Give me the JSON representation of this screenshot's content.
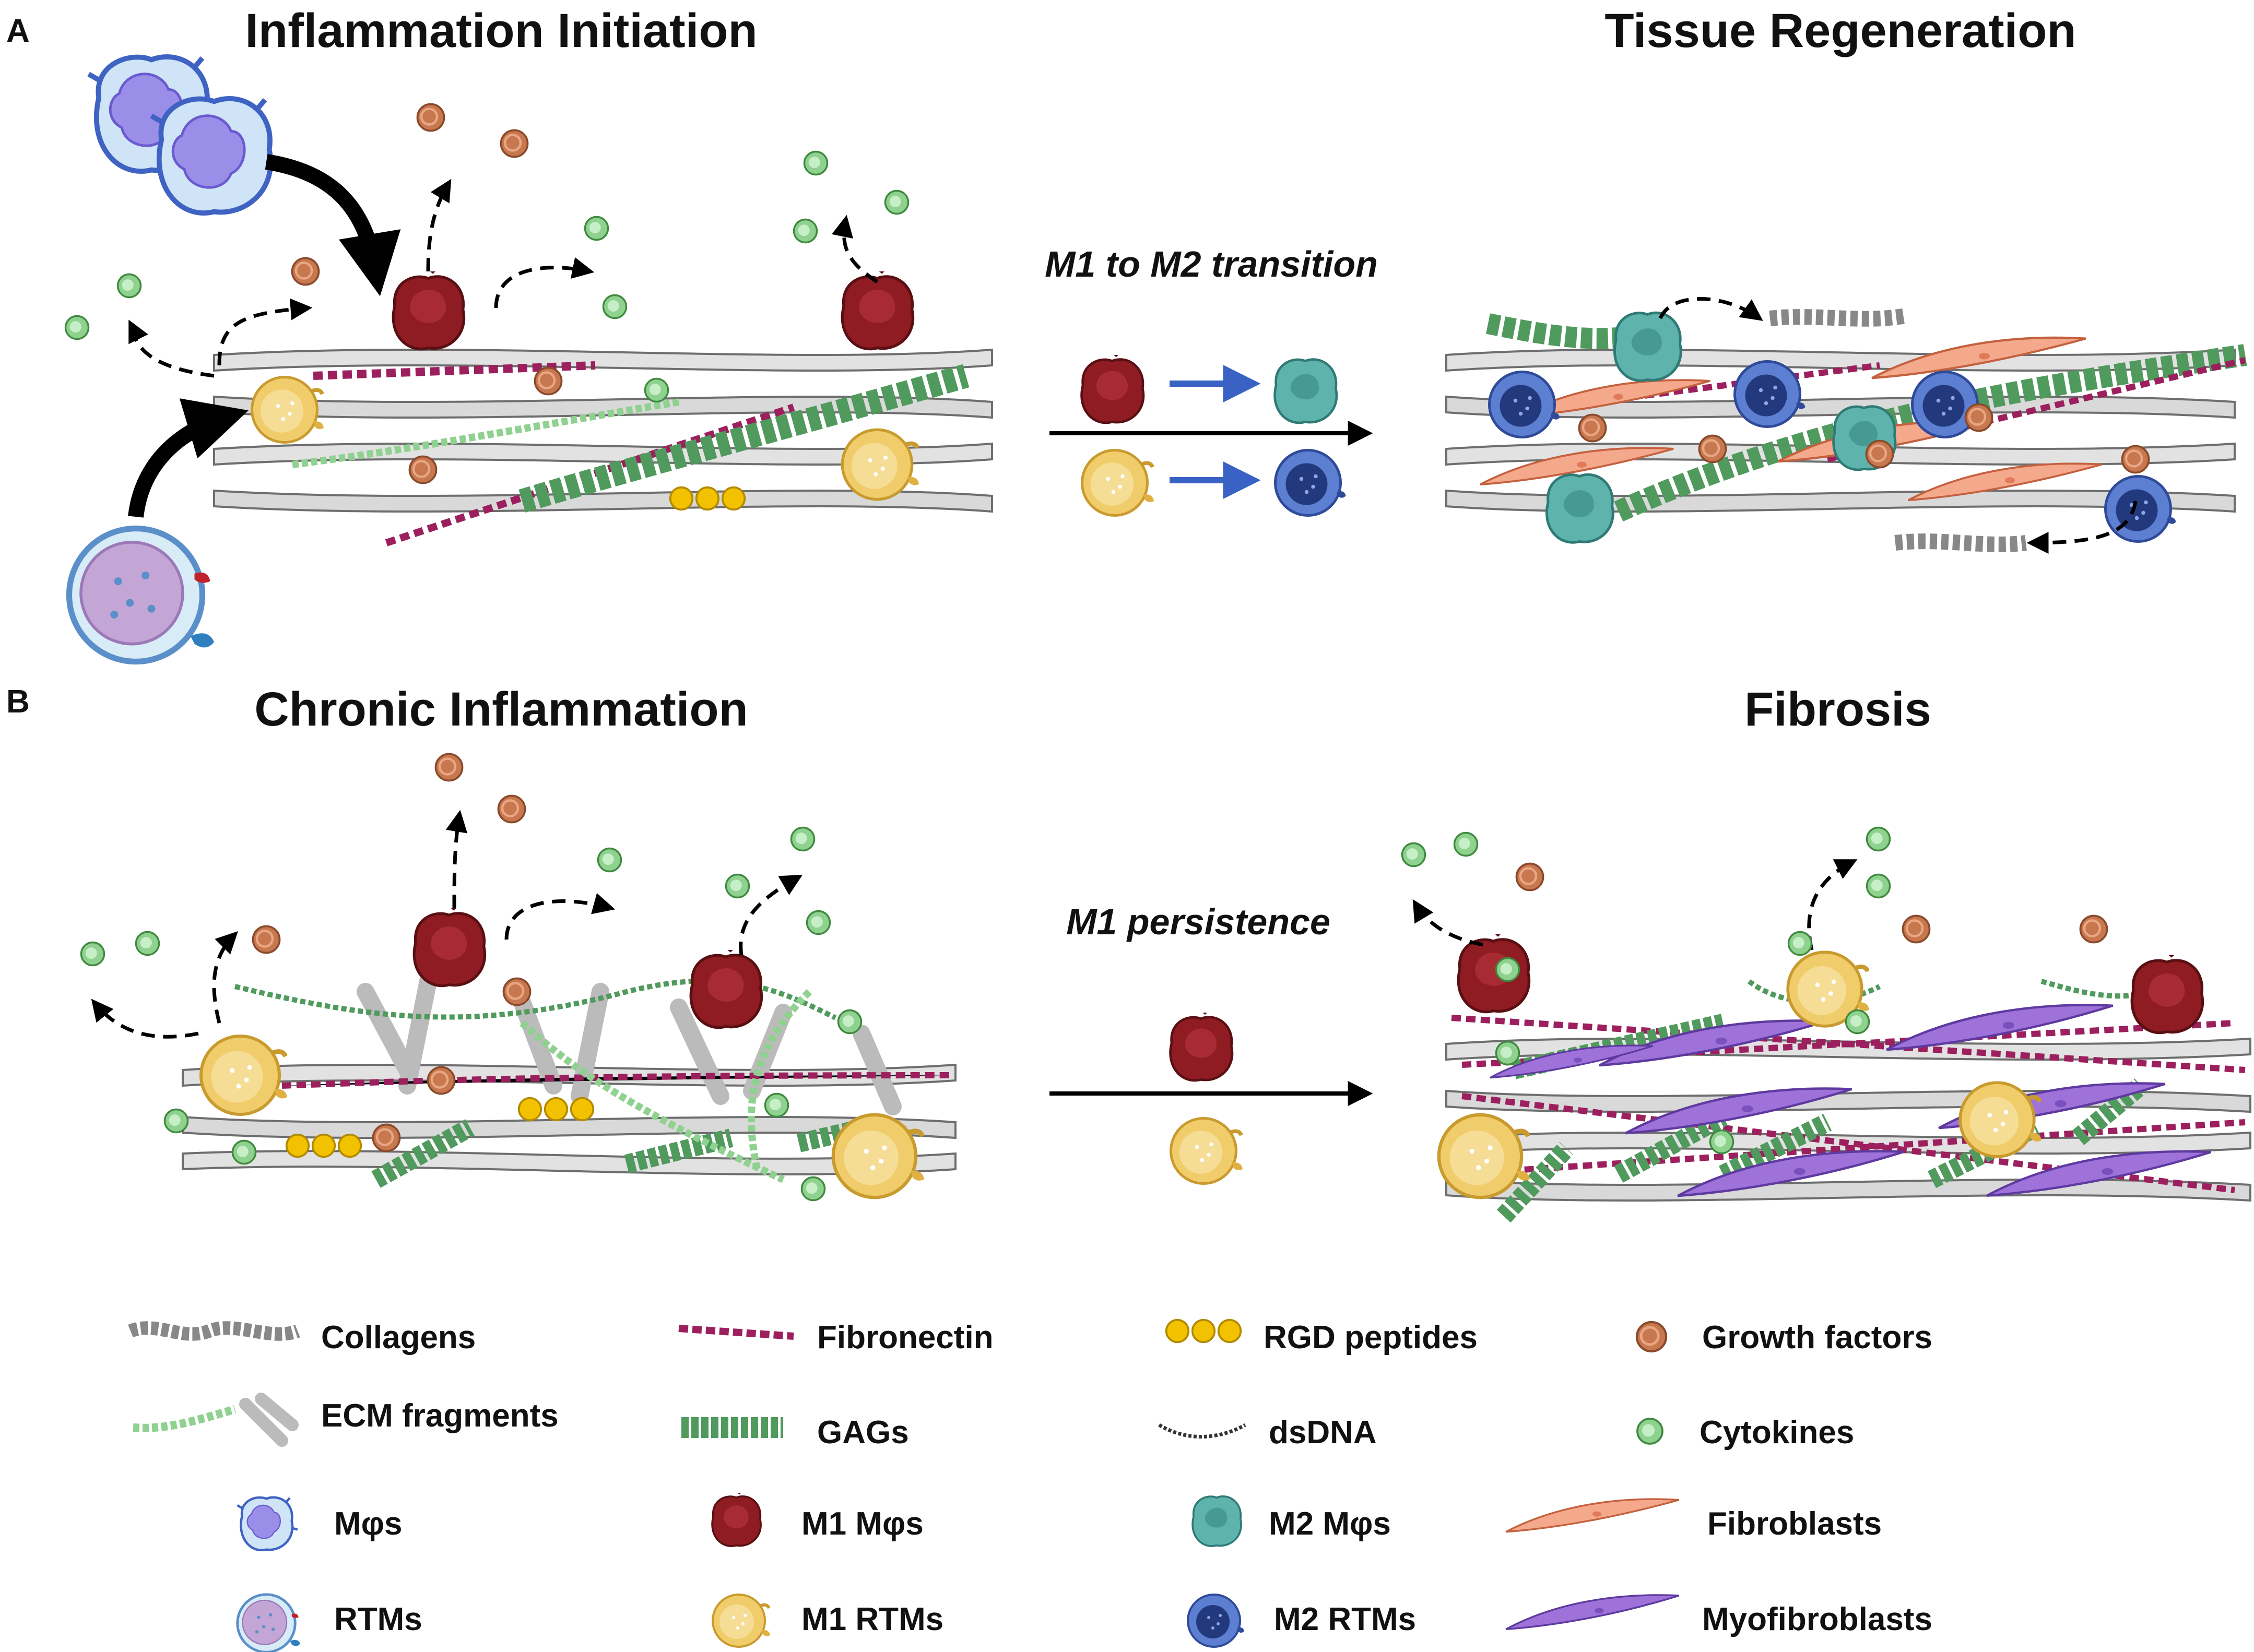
{
  "panels": {
    "A": {
      "letter": "A",
      "left_title": "Inflammation Initiation",
      "right_title": "Tissue Regeneration",
      "transition_label": "M1 to M2 transition"
    },
    "B": {
      "letter": "B",
      "left_title": "Chronic Inflammation",
      "right_title": "Fibrosis",
      "transition_label": "M1 persistence"
    }
  },
  "legend": [
    {
      "key": "collagens",
      "label": "Collagens",
      "icon": "collagen-icon"
    },
    {
      "key": "fibronectin",
      "label": "Fibronectin",
      "icon": "fibronectin-icon"
    },
    {
      "key": "rgd",
      "label": "RGD peptides",
      "icon": "rgd-peptides-icon"
    },
    {
      "key": "growth",
      "label": "Growth factors",
      "icon": "growth-factor-icon"
    },
    {
      "key": "ecm",
      "label": "ECM fragments",
      "icon": "ecm-fragments-icon"
    },
    {
      "key": "gags",
      "label": "GAGs",
      "icon": "gags-icon"
    },
    {
      "key": "dsdna",
      "label": "dsDNA",
      "icon": "dsdna-icon"
    },
    {
      "key": "cytokines",
      "label": "Cytokines",
      "icon": "cytokine-icon"
    },
    {
      "key": "mphi",
      "label": "Mφs",
      "icon": "macrophage-icon"
    },
    {
      "key": "m1mphi",
      "label": "M1 Mφs",
      "icon": "m1-macrophage-icon"
    },
    {
      "key": "m2mphi",
      "label": "M2 Mφs",
      "icon": "m2-macrophage-icon"
    },
    {
      "key": "fibroblasts",
      "label": "Fibroblasts",
      "icon": "fibroblast-icon"
    },
    {
      "key": "rtms",
      "label": "RTMs",
      "icon": "rtm-icon"
    },
    {
      "key": "m1rtms",
      "label": "M1 RTMs",
      "icon": "m1-rtm-icon"
    },
    {
      "key": "m2rtms",
      "label": "M2 RTMs",
      "icon": "m2-rtm-icon"
    },
    {
      "key": "myofibroblasts",
      "label": "Myofibroblasts",
      "icon": "myofibroblast-icon"
    }
  ],
  "colors": {
    "collagen": "#d9d9d9",
    "collagen_stroke": "#6e6e6e",
    "fibronectin_a": "#9c1f5e",
    "fibronectin_b": "#6aa84f",
    "rgd": "#f2c200",
    "growth_factor": "#c8784f",
    "cytokine": "#8fd18f",
    "gag": "#4f9a5c",
    "macrophage": "#9a8ee8",
    "macrophage_rim": "#3f63c2",
    "m1_macrophage": "#8e1c22",
    "m2_macrophage": "#5fb3ad",
    "rtm": "#c4a6d6",
    "m1_rtm": "#f0cd6a",
    "m2_rtm": "#5d7fd1",
    "fibroblast": "#f5a98c",
    "myofibroblast": "#9e72d8",
    "arrow": "#000000",
    "transition_arrow": "#3a62c4"
  }
}
